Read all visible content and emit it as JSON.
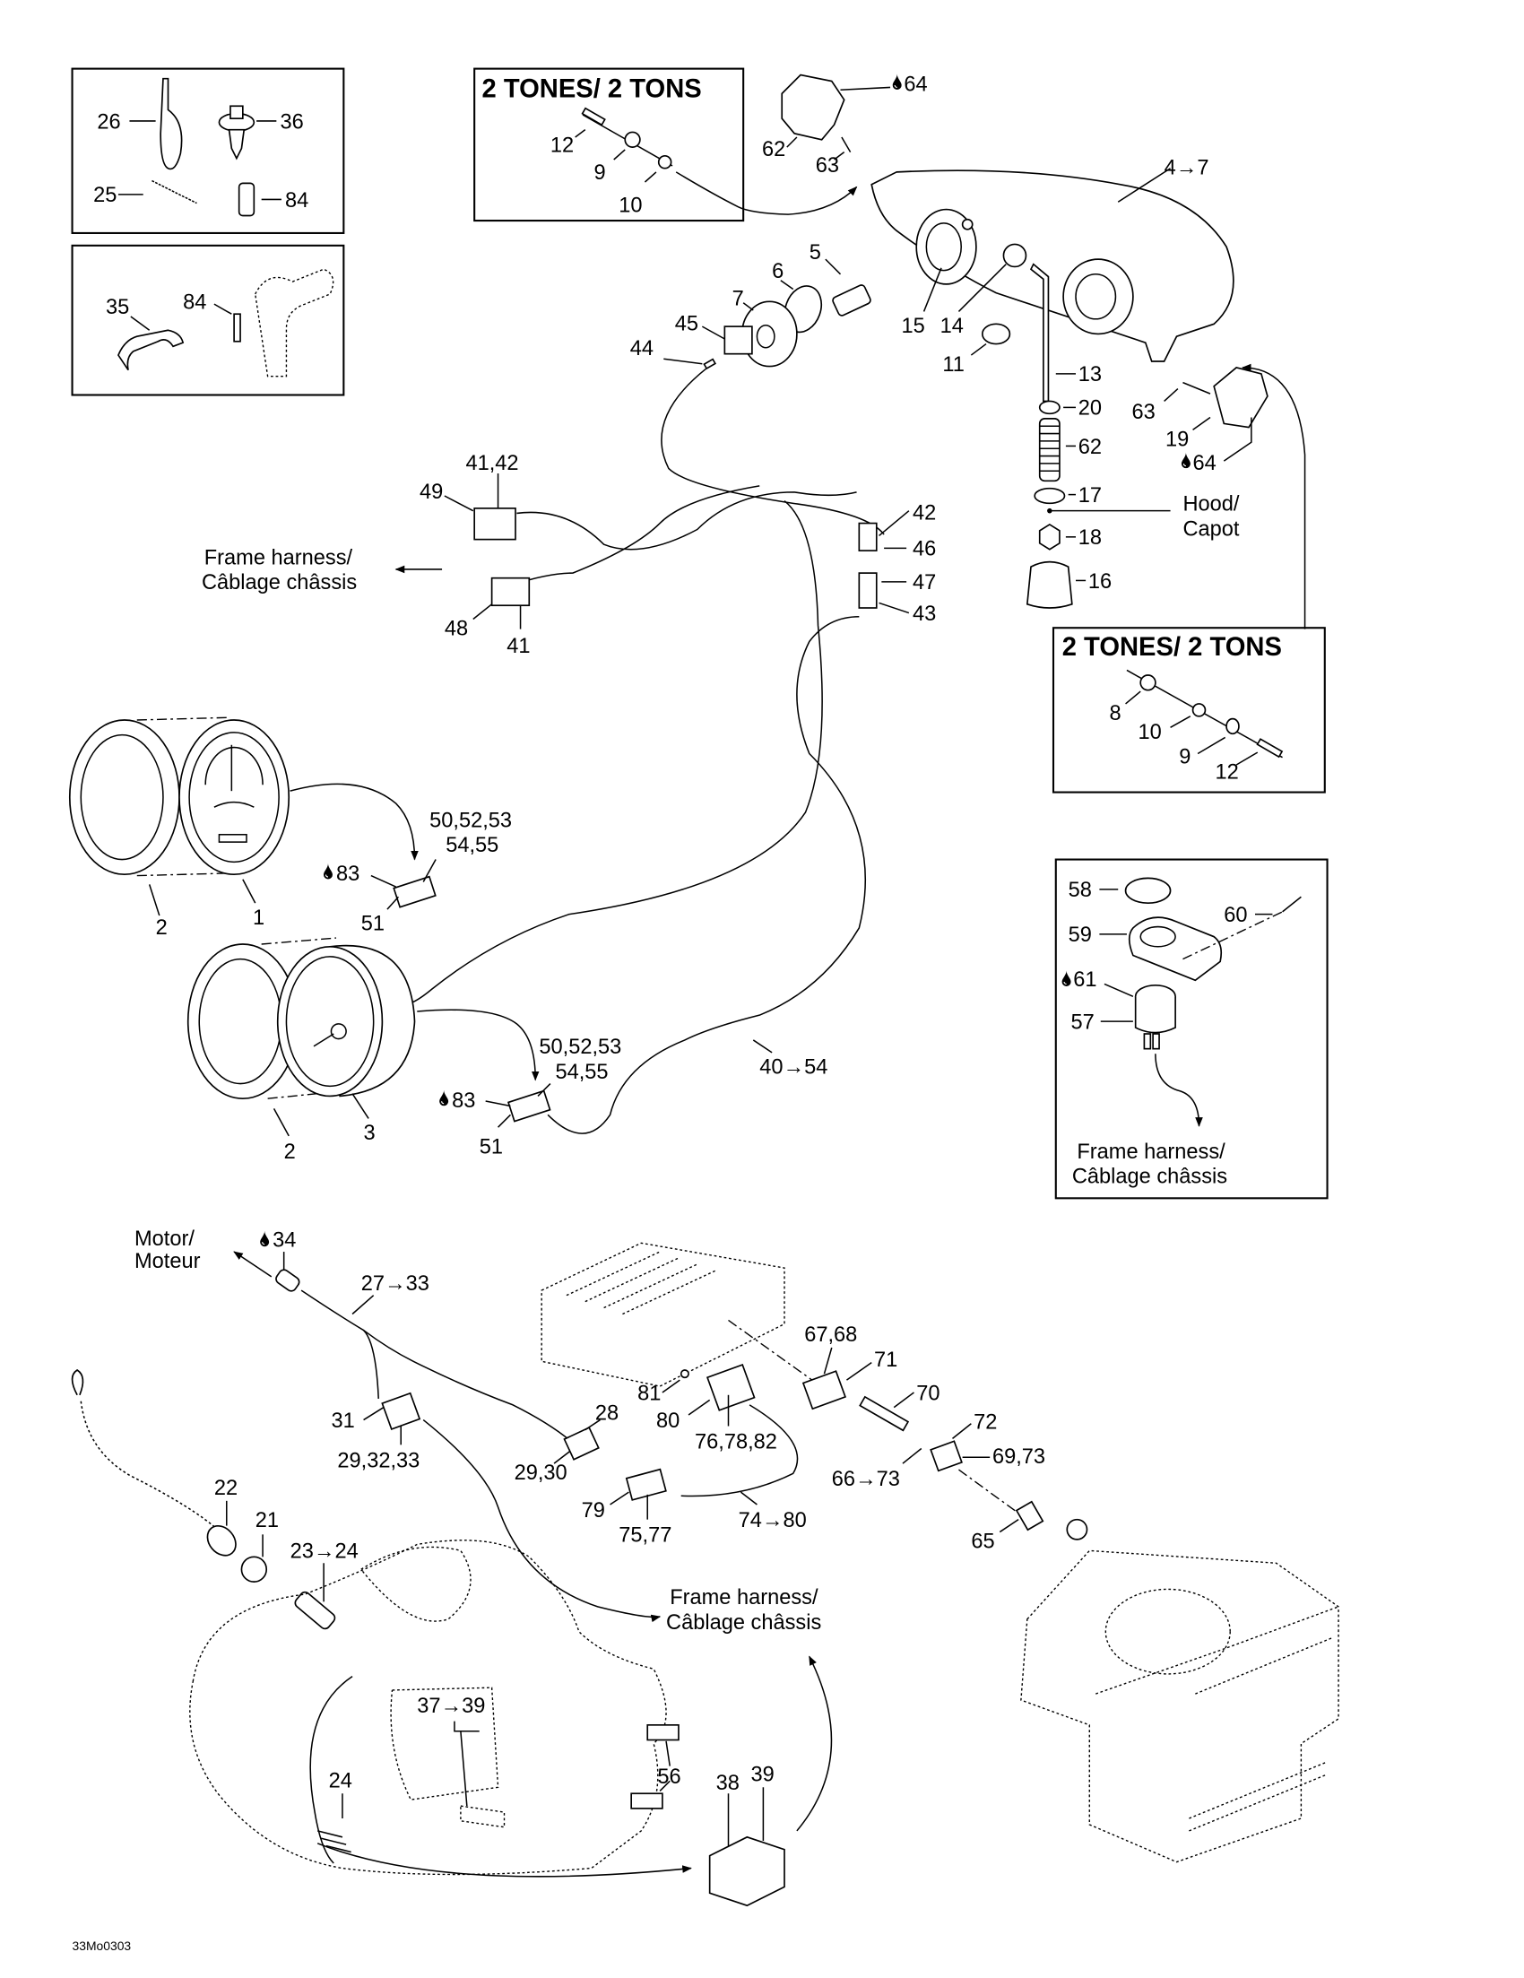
{
  "document": {
    "drawing_code": "33Mo0303"
  },
  "insets": {
    "fasteners_box": {
      "labels": [
        "26",
        "36",
        "25",
        "84"
      ]
    },
    "clip_box": {
      "labels": [
        "35",
        "84"
      ]
    },
    "two_tones_top": {
      "title": "2 TONES/ 2 TONS",
      "labels": [
        "12",
        "9",
        "10"
      ]
    },
    "two_tones_right": {
      "title": "2 TONES/ 2 TONS",
      "labels": [
        "8",
        "10",
        "9",
        "12"
      ]
    },
    "gauge_box": {
      "labels": [
        "58",
        "59",
        "60",
        "61",
        "57"
      ],
      "note_line1": "Frame harness/",
      "note_line2": "Câblage châssis"
    }
  },
  "headlight": {
    "labels": [
      "64",
      "62",
      "63",
      "4→7",
      "5",
      "6",
      "7",
      "15",
      "14",
      "45",
      "44",
      "11",
      "13",
      "20",
      "63",
      "19",
      "62",
      "64",
      "17",
      "18",
      "16"
    ],
    "hood_line1": "Hood/",
    "hood_line2": "Capot"
  },
  "harness": {
    "labels": [
      "41,42",
      "49",
      "42",
      "46",
      "47",
      "43",
      "48",
      "41",
      "40→54"
    ],
    "frame_note_line1": "Frame harness/",
    "frame_note_line2": "Câblage châssis"
  },
  "gauges": {
    "upper": {
      "labels": [
        "50,52,53",
        "54,55",
        "83",
        "51",
        "2",
        "1"
      ]
    },
    "lower": {
      "labels": [
        "50,52,53",
        "54,55",
        "83",
        "51",
        "2",
        "3"
      ]
    }
  },
  "lower_section": {
    "motor_line1": "Motor/",
    "motor_line2": "Moteur",
    "labels": [
      "34",
      "27→33",
      "31",
      "29,32,33",
      "28",
      "29,30",
      "22",
      "21",
      "23→24",
      "24",
      "37→39",
      "56",
      "38",
      "39",
      "81",
      "80",
      "76,78,82",
      "79",
      "75,77",
      "74→80",
      "67,68",
      "71",
      "70",
      "72",
      "66→73",
      "69,73",
      "65"
    ],
    "frame_note_line1": "Frame harness/",
    "frame_note_line2": "Câblage châssis"
  },
  "icons": {
    "adhesive_drop": "drop-icon",
    "range_arrow": "arrow-right-icon"
  }
}
